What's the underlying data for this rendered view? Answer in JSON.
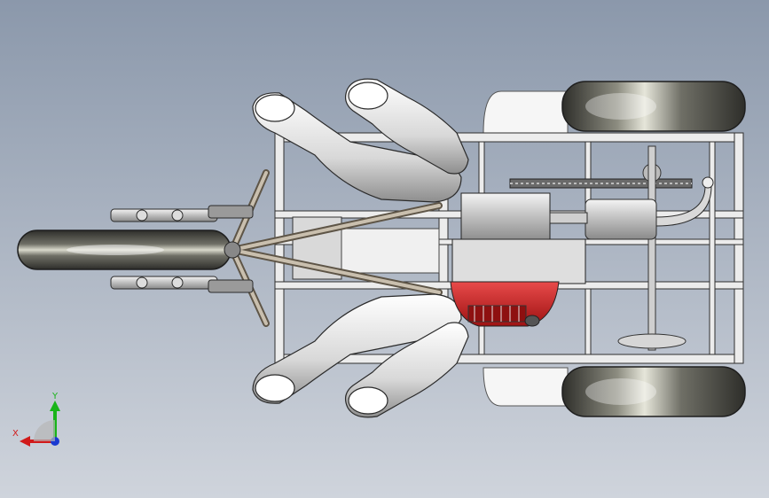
{
  "viewport": {
    "background_top": "#8b98ab",
    "background_bottom": "#cfd4dc"
  },
  "colors": {
    "tire": "#3f3f3b",
    "tire_highlight": "#d6d6c8",
    "frame": "#e6e8ea",
    "frame_edge": "#3a3a3a",
    "body_shell": "#f3f3f3",
    "engine_red": "#c81e1e",
    "strut": "#9b8f7c",
    "dark_part": "#555555"
  },
  "parts": {
    "front_wheel": "front-wheel",
    "rear_wheel_top": "rear-wheel-top",
    "rear_wheel_bottom": "rear-wheel-bottom",
    "engine": "engine-block",
    "exhaust": "exhaust-muffler",
    "chain": "drive-chain",
    "frame": "chassis-frame",
    "seat_panel": "seat-panel",
    "rider_leg_top": "rider-leg-top",
    "rider_leg_bottom": "rider-leg-bottom",
    "steering": "handlebar-assembly",
    "rear_axle": "rear-axle"
  },
  "triad": {
    "x_label": "X",
    "y_label": "Y",
    "x_color": "#d11a1a",
    "y_color": "#19b419",
    "z_color": "#1a3ad1"
  }
}
